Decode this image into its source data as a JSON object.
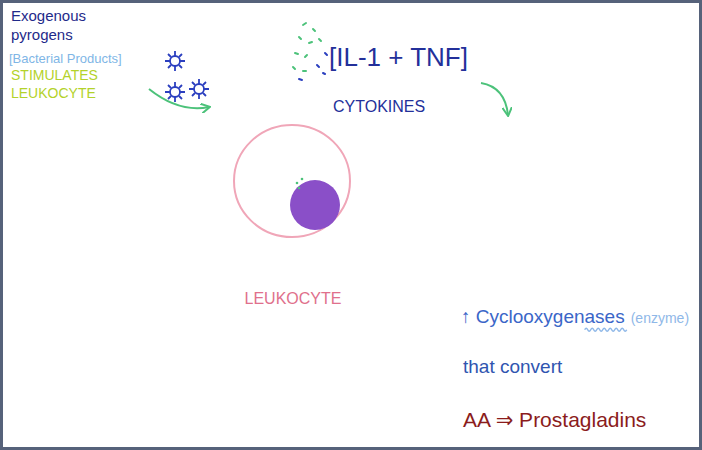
{
  "diagram": {
    "nodes": [
      {
        "text": [
          "LEUKOCYTE"
        ]
      }
    ],
    "labels": [
      "Exogenous pyrogens",
      "[Bacterial Products]",
      "STIMULATES LEUKOCYTE",
      "[IL-1 + TNF]",
      "CYTOKINES",
      "↑ Cyclooxygenases",
      "(enzyme)",
      "that convert",
      "AA ⇒ Prostagladins"
    ]
  }
}
